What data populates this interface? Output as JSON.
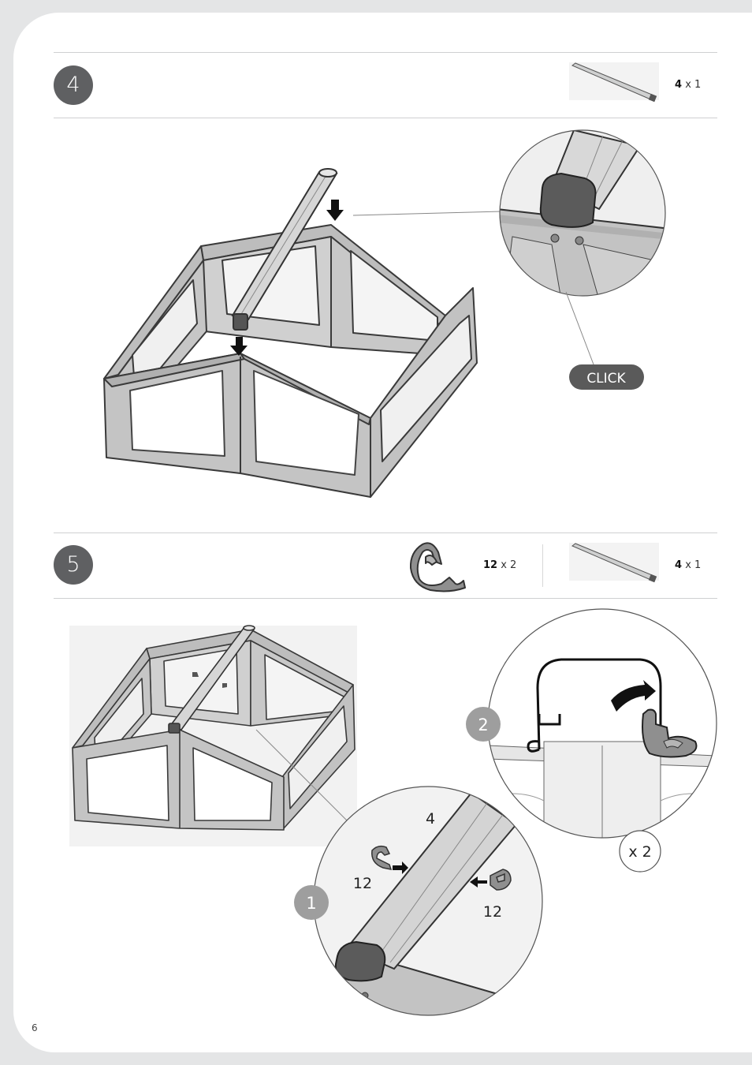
{
  "page": {
    "number": "6"
  },
  "step4": {
    "number": "4",
    "part": {
      "icon": "rail-bar-icon",
      "code": "4",
      "multiplier": "x 1"
    },
    "callout": "CLICK"
  },
  "step5": {
    "number": "5",
    "parts": [
      {
        "icon": "hook-clip-icon",
        "code": "12",
        "multiplier": "x 2"
      },
      {
        "icon": "rail-bar-icon",
        "code": "4",
        "multiplier": "x 1"
      }
    ],
    "detail1": {
      "badge": "1",
      "part_top": "4",
      "clip_left": "12",
      "clip_right": "12"
    },
    "detail2": {
      "badge": "2",
      "repeat": "x 2"
    }
  }
}
